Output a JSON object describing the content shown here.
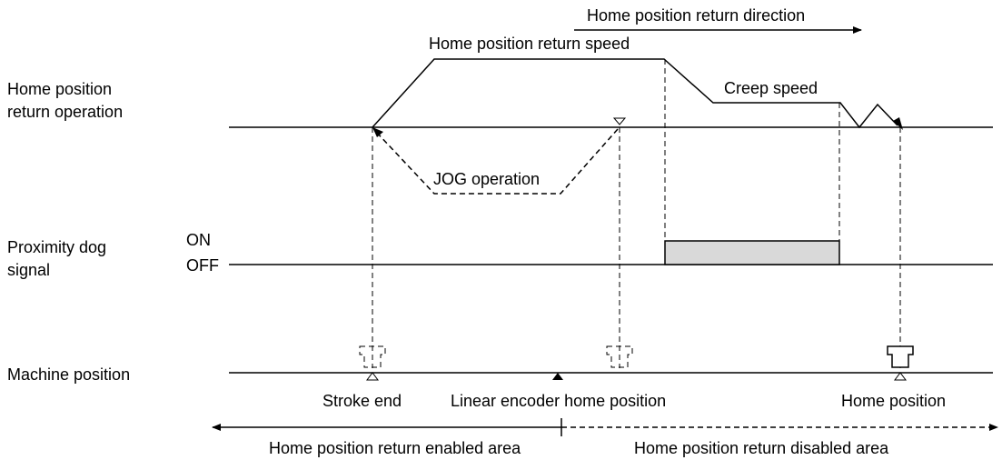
{
  "labels": {
    "row_home_return_1": "Home position",
    "row_home_return_2": "return operation",
    "row_prox_1": "Proximity dog",
    "row_prox_2": "signal",
    "row_machine": "Machine position",
    "on": "ON",
    "off": "OFF",
    "direction": "Home position return direction",
    "return_speed": "Home position return speed",
    "creep_speed": "Creep speed",
    "jog": "JOG operation",
    "stroke_end": "Stroke end",
    "encoder_home": "Linear encoder home position",
    "home_position": "Home position",
    "enabled_area": "Home position return enabled area",
    "disabled_area": "Home position return disabled area"
  },
  "colors": {
    "line": "#000000",
    "dog_fill": "#d9d9d9"
  }
}
